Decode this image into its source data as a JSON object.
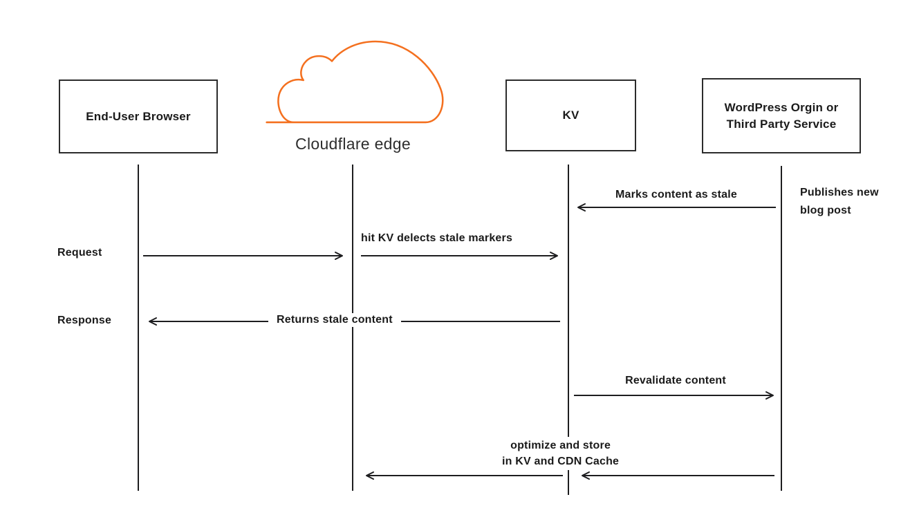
{
  "title": "Stale-while-revalidate caching sequence diagram",
  "colors": {
    "ink": "#1d1d1f",
    "cloud_stroke": "#f4701f"
  },
  "actors": {
    "browser": "End-User Browser",
    "edge": "Cloudflare edge",
    "kv": "KV",
    "origin_line1": "WordPress Orgin or",
    "origin_line2": "Third Party Service"
  },
  "labels": {
    "publishes_line1": "Publishes new",
    "publishes_line2": "blog post",
    "marks_stale": "Marks content as stale",
    "request": "Request",
    "hit_kv": "hit KV delects stale markers",
    "response": "Response",
    "returns_stale": "Returns stale content",
    "revalidate": "Revalidate content",
    "optimize_line1": "optimize and store",
    "optimize_line2": "in KV and CDN Cache"
  }
}
